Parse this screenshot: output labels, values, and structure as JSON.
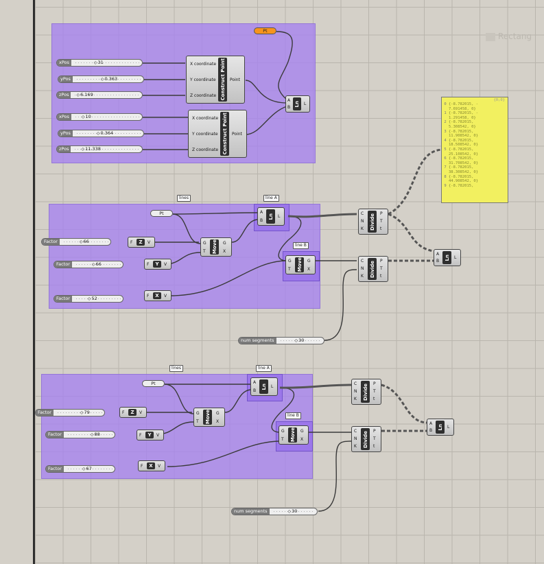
{
  "window": {
    "tab_label": "Rectang"
  },
  "sliders": {
    "xpos1": {
      "label": "xPos",
      "value": "31"
    },
    "ypos1": {
      "label": "yPos",
      "value": "0.363"
    },
    "zpos1": {
      "label": "zPos",
      "value": "6.169"
    },
    "xpos2": {
      "label": "xPos",
      "value": "10"
    },
    "ypos2": {
      "label": "yPos",
      "value": "0.364"
    },
    "zpos2": {
      "label": "zPos",
      "value": "11.338"
    },
    "factor_a1": {
      "label": "Factor",
      "value": "66"
    },
    "factor_a2": {
      "label": "Factor",
      "value": "66"
    },
    "factor_a3": {
      "label": "Factor",
      "value": "52"
    },
    "segments_a": {
      "label": "num segments",
      "value": "30"
    },
    "factor_b1": {
      "label": "Factor",
      "value": "79"
    },
    "factor_b2": {
      "label": "Factor",
      "value": "88"
    },
    "factor_b3": {
      "label": "Factor",
      "value": "67"
    },
    "segments_b": {
      "label": "num segments",
      "value": "30"
    }
  },
  "construct_point": {
    "title": "Construct Point",
    "in_x": "X coordinate",
    "in_y": "Y coordinate",
    "in_z": "Z coordinate",
    "out": "Point"
  },
  "pins": {
    "a": "A",
    "b": "B",
    "l": "L",
    "g": "G",
    "t": "T",
    "x": "X",
    "f": "F",
    "v": "V",
    "c": "C",
    "n": "N",
    "k": "K",
    "p": "P",
    "tt": "t"
  },
  "components": {
    "ln": "Ln",
    "move": "Move",
    "divide": "Divide",
    "z": "Z",
    "y": "Y",
    "x": "X"
  },
  "params": {
    "pt_orange": "Pt",
    "pt": "Pt"
  },
  "tags": {
    "lines": "lines",
    "line_a": "line A",
    "line_b": "line B"
  },
  "panel": {
    "header": "{0;0}",
    "rows": [
      {
        "i": "0",
        "v": "{-8.782015, -\n7.691458, 0}"
      },
      {
        "i": "1",
        "v": "{-8.782015, -\n1.291458, 0}"
      },
      {
        "i": "2",
        "v": "{-8.782015,\n5.308542, 0}"
      },
      {
        "i": "3",
        "v": "{-8.782015,\n11.908542, 0}"
      },
      {
        "i": "4",
        "v": "{-8.782015,\n18.508542, 0}"
      },
      {
        "i": "5",
        "v": "{-8.782015,\n25.108542, 0}"
      },
      {
        "i": "6",
        "v": "{-8.782015,\n31.708542, 0}"
      },
      {
        "i": "7",
        "v": "{-8.782015,\n38.308542, 0}"
      },
      {
        "i": "8",
        "v": "{-8.782015,\n44.908542, 0}"
      },
      {
        "i": "9",
        "v": "{-8.782015,"
      }
    ]
  },
  "colors": {
    "group": "#a582f0",
    "panel": "#f2f060",
    "param_orange": "#f7941d",
    "canvas": "#d4d0c8"
  }
}
